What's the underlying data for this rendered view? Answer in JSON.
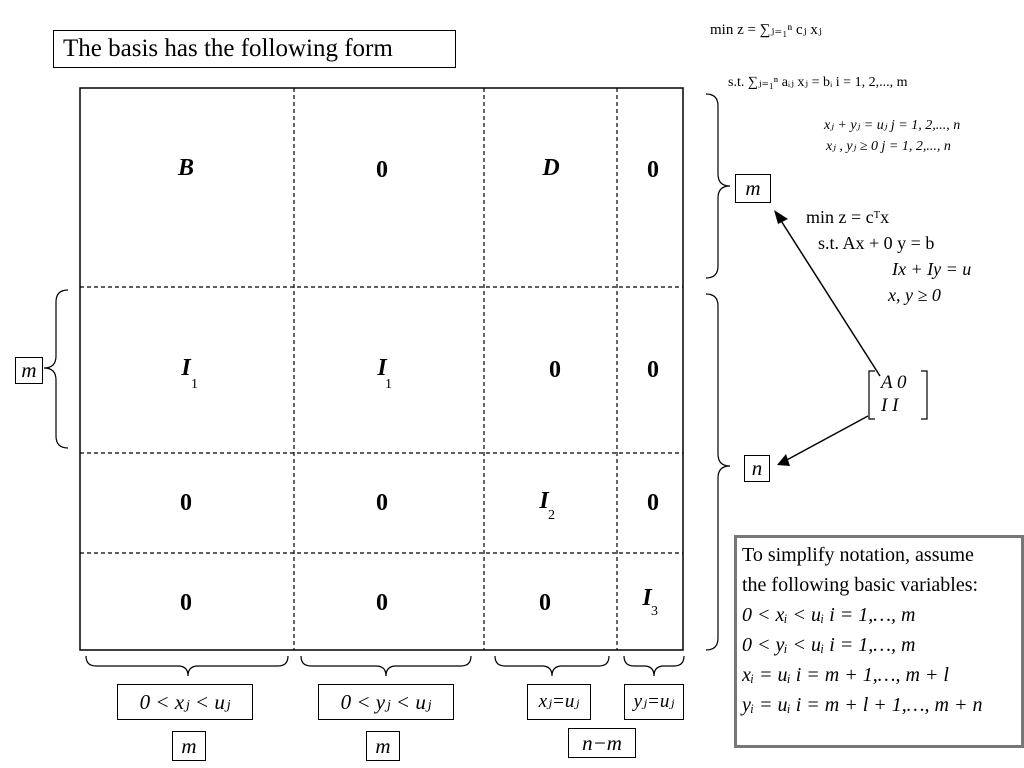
{
  "title": "The basis has the following form",
  "grid": {
    "rows": [
      [
        "B",
        "0",
        "D",
        "0"
      ],
      [
        "I",
        "I",
        "0",
        "0"
      ],
      [
        "0",
        "0",
        "I",
        "0"
      ],
      [
        "0",
        "0",
        "0",
        "I"
      ]
    ],
    "subscripts": {
      "i1a": "1",
      "i1b": "1",
      "i2": "2",
      "i3": "3"
    }
  },
  "column_labels": [
    {
      "constraint": "0 < xⱼ < uⱼ",
      "count": "m"
    },
    {
      "constraint": "0 < yⱼ < uⱼ",
      "count": "m"
    },
    {
      "constraint": "xⱼ=uⱼ",
      "count": "n−m"
    },
    {
      "constraint": "yⱼ=uⱼ",
      "count": ""
    }
  ],
  "row_labels": {
    "left_m": "m",
    "right_m": "m",
    "right_n": "n"
  },
  "problem1": {
    "line1": "min   z = ∑ⱼ₌₁ⁿ cⱼ xⱼ",
    "line2": "s.t.     ∑ⱼ₌₁ⁿ aᵢⱼ xⱼ       = bᵢ        i = 1, 2,..., m",
    "line3": "xⱼ + yⱼ = uⱼ        j = 1, 2,..., n",
    "line4": "xⱼ , yⱼ ≥ 0          j = 1, 2,..., n"
  },
  "problem2": {
    "line1": "min   z = cᵀx",
    "line2": "s.t.       Ax + 0 y = b",
    "line3": "Ix + Iy = u",
    "line4": "x, y ≥ 0"
  },
  "matrix": {
    "r1": "A  0",
    "r2": "I   I"
  },
  "note": {
    "line1": "To simplify notation, assume",
    "line2": "the following basic variables:",
    "line3": "0 < xᵢ < uᵢ      i = 1,…, m",
    "line4": "0 < yᵢ < uᵢ      i = 1,…, m",
    "line5": "xᵢ = uᵢ     i = m + 1,…, m + l",
    "line6": "yᵢ = uᵢ     i = m + l + 1,…, m + n"
  }
}
